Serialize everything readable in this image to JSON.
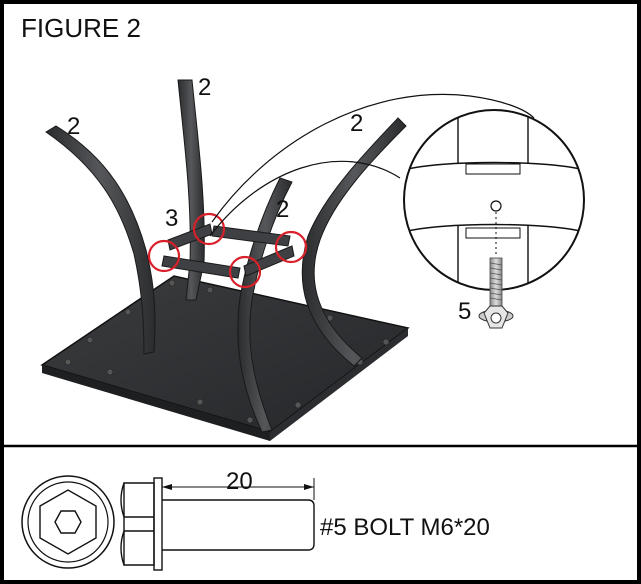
{
  "figure": {
    "title": "FIGURE 2"
  },
  "callouts": {
    "leg_top": "2",
    "leg_left": "2",
    "leg_right": "2",
    "leg_front": "2",
    "frame": "3",
    "bolt": "5"
  },
  "bolt_detail": {
    "length_dimension": "20",
    "spec_label": "#5 BOLT M6*20"
  },
  "colors": {
    "outline": "#111111",
    "highlight_circle": "#d9202a",
    "metal_dark": "#2f3133",
    "metal_mid": "#4a4c4e",
    "metal_light": "#6a6c6e"
  }
}
